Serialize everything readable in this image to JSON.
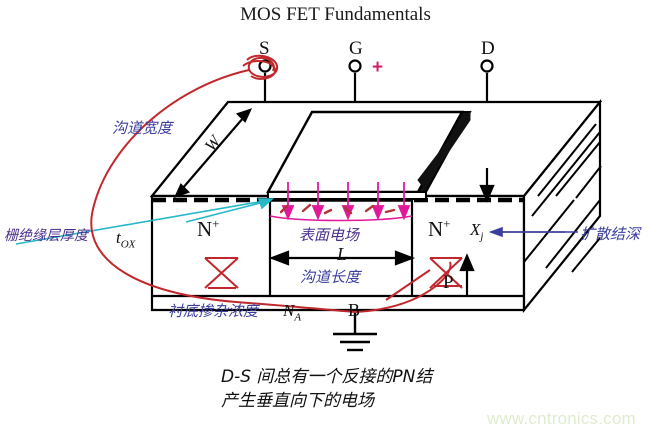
{
  "title": "MOS FET Fundamentals",
  "terminals": {
    "source": "S",
    "gate": "G",
    "drain": "D",
    "body": "B",
    "gate_polarity": "+"
  },
  "regions": {
    "source_region": "N",
    "source_sup": "+",
    "drain_region": "N",
    "drain_sup": "+",
    "substrate_type": "P"
  },
  "annotations": {
    "channel_width_cn": "沟道宽度",
    "channel_width_sym": "W",
    "gate_oxide_thickness_cn": "栅绝缘层厚度",
    "gate_oxide_thickness_sym": "t",
    "gate_oxide_thickness_sub": "OX",
    "surface_field_cn": "表面电场",
    "channel_length_sym": "L",
    "channel_length_cn": "沟道长度",
    "junction_depth_sym": "X",
    "junction_depth_sub": "j",
    "junction_depth_cn": "扩散结深",
    "substrate_doping_cn": "衬底掺杂浓度",
    "substrate_doping_sym": "N",
    "substrate_doping_sub": "A"
  },
  "notes": {
    "line1": "D-S 间总有一个反接的PN结",
    "line2": "产生垂直向下的电场"
  },
  "watermark": "www.cntronics.com",
  "colors": {
    "outline": "#000000",
    "annotation_blue": "#3b3f9e",
    "annotation_purple": "#4b2f8c",
    "red_ink": "#c0282d",
    "magenta_field": "#e0189a",
    "cyan_pointer": "#26b7c8",
    "watermark_green": "#dfeccf"
  }
}
